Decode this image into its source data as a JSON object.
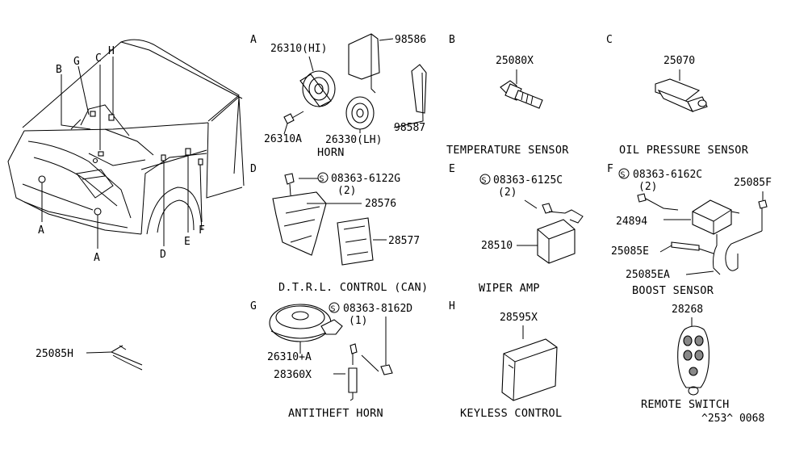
{
  "callouts": {
    "A": "A",
    "B": "B",
    "C": "C",
    "D": "D",
    "E": "E",
    "F": "F",
    "G": "G",
    "H": "H"
  },
  "overview": {
    "labels": {
      "b": "B",
      "g": "G",
      "c": "C",
      "h": "H",
      "a1": "A",
      "a2": "A",
      "d": "D",
      "e": "E",
      "f": "F"
    },
    "part_25085h": "25085H"
  },
  "horn": {
    "p26310hi": "26310(HI)",
    "p98586": "98586",
    "p98587": "98587",
    "p26310a": "26310A",
    "p26330lh": "26330(LH)",
    "caption": "HORN"
  },
  "temp_sensor": {
    "part": "25080X",
    "caption": "TEMPERATURE SENSOR"
  },
  "oil_sensor": {
    "part": "25070",
    "caption": "OIL PRESSURE SENSOR"
  },
  "dtrl": {
    "bolt": "08363-6122G",
    "qty": "(2)",
    "p28576": "28576",
    "p28577": "28577",
    "caption": "D.T.R.L. CONTROL (CAN)"
  },
  "wiper": {
    "bolt": "08363-6125C",
    "qty": "(2)",
    "part": "28510",
    "caption": "WIPER AMP"
  },
  "boost": {
    "bolt": "08363-6162C",
    "qty": "(2)",
    "p25085f": "25085F",
    "p24894": "24894",
    "p25085e": "25085E",
    "p25085ea": "25085EA",
    "caption": "BOOST SENSOR"
  },
  "antitheft": {
    "bolt": "08363-8162D",
    "qty": "(1)",
    "p26310a": "26310+A",
    "p28360x": "28360X",
    "caption": "ANTITHEFT HORN"
  },
  "keyless": {
    "part": "28595X",
    "caption": "KEYLESS CONTROL"
  },
  "remote": {
    "part": "28268",
    "caption": "REMOTE SWITCH"
  },
  "diagram_code": "^253^ 0068"
}
